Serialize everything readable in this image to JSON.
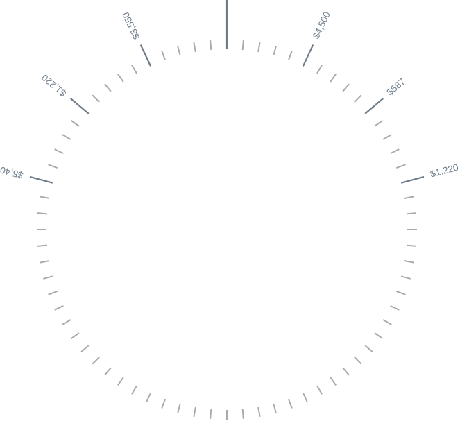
{
  "chart_data": {
    "type": "radial-tick-dial",
    "title": "",
    "center": [
      327,
      331
    ],
    "tick_count": 72,
    "tick_step_deg": 5,
    "tick_inner_radius": 260,
    "tick_outer_radius": 274,
    "highlight_outer_radius": 294,
    "label_radius": 304,
    "angle_zero": "top, clockwise",
    "markers": [
      {
        "angle_deg": 0,
        "label": "",
        "outer_radius": 340
      },
      {
        "angle_deg": 25,
        "label": "$4,500"
      },
      {
        "angle_deg": 50,
        "label": "$587"
      },
      {
        "angle_deg": 75,
        "label": "$1,220"
      },
      {
        "angle_deg": -25,
        "label": "$3,550"
      },
      {
        "angle_deg": -50,
        "label": "$1,220"
      },
      {
        "angle_deg": -75,
        "label": "$5,40"
      }
    ],
    "colors": {
      "tick": "#a7abb0",
      "highlight_tick": "#6e7b89",
      "label": "#6f7e8e",
      "background": "#ffffff"
    }
  }
}
